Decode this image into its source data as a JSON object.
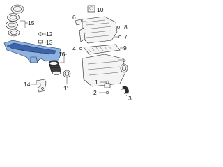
{
  "callouts": {
    "c1": "1",
    "c2": "2",
    "c3": "3",
    "c4": "4",
    "c5": "5",
    "c6": "6",
    "c7": "7",
    "c8": "8",
    "c9": "9",
    "c10": "10",
    "c11": "11",
    "c12": "12",
    "c13": "13",
    "c14": "14",
    "c15": "15",
    "c16": "16"
  },
  "colors": {
    "highlight_part": "#8fb3e0",
    "highlight_part_dark": "#3d63a8",
    "line_art": "#222222",
    "background": "#ffffff"
  }
}
